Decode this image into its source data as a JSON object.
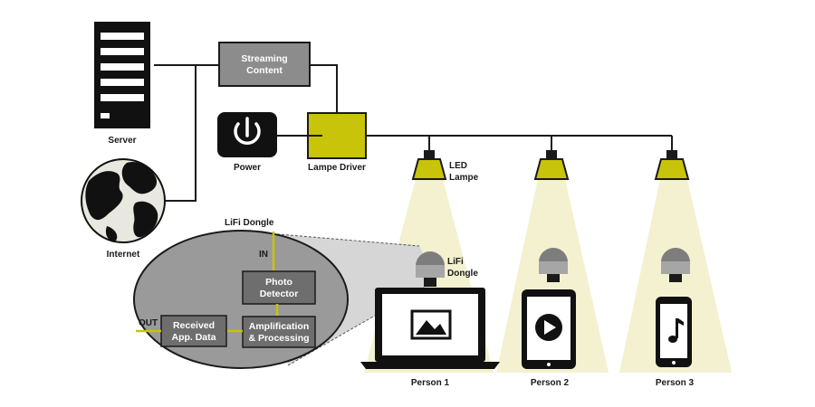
{
  "labels": {
    "server": "Server",
    "internet": "Internet",
    "streaming_line1": "Streaming",
    "streaming_line2": "Content",
    "power": "Power",
    "lampe_driver": "Lampe Driver",
    "led_line1": "LED",
    "led_line2": "Lampe",
    "lifi_dongle_top": "LiFi Dongle",
    "lifi_line1": "LiFi",
    "lifi_line2": "Dongle",
    "in": "IN",
    "out": "OUT",
    "photo_line1": "Photo",
    "photo_line2": "Detector",
    "amp_line1": "Amplification",
    "amp_line2": "& Processing",
    "recv_line1": "Received",
    "recv_line2": "App. Data",
    "person1": "Person 1",
    "person2": "Person 2",
    "person3": "Person 3"
  },
  "icons": {
    "server": "server-rack-icon",
    "globe": "globe-icon",
    "power": "power-icon",
    "lamp": "led-lamp-icon",
    "dongle": "lifi-dongle-icon",
    "laptop": "laptop-icon",
    "tablet": "tablet-icon",
    "phone": "phone-icon",
    "image": "image-icon",
    "play": "play-icon",
    "music": "music-note-icon"
  },
  "colors": {
    "accent": "#c8c40a",
    "beam": "#f3f1cf",
    "box_gray": "#8c8c8c",
    "dark": "#1a1a1a",
    "ellipse_fill": "#9a9a9a"
  }
}
